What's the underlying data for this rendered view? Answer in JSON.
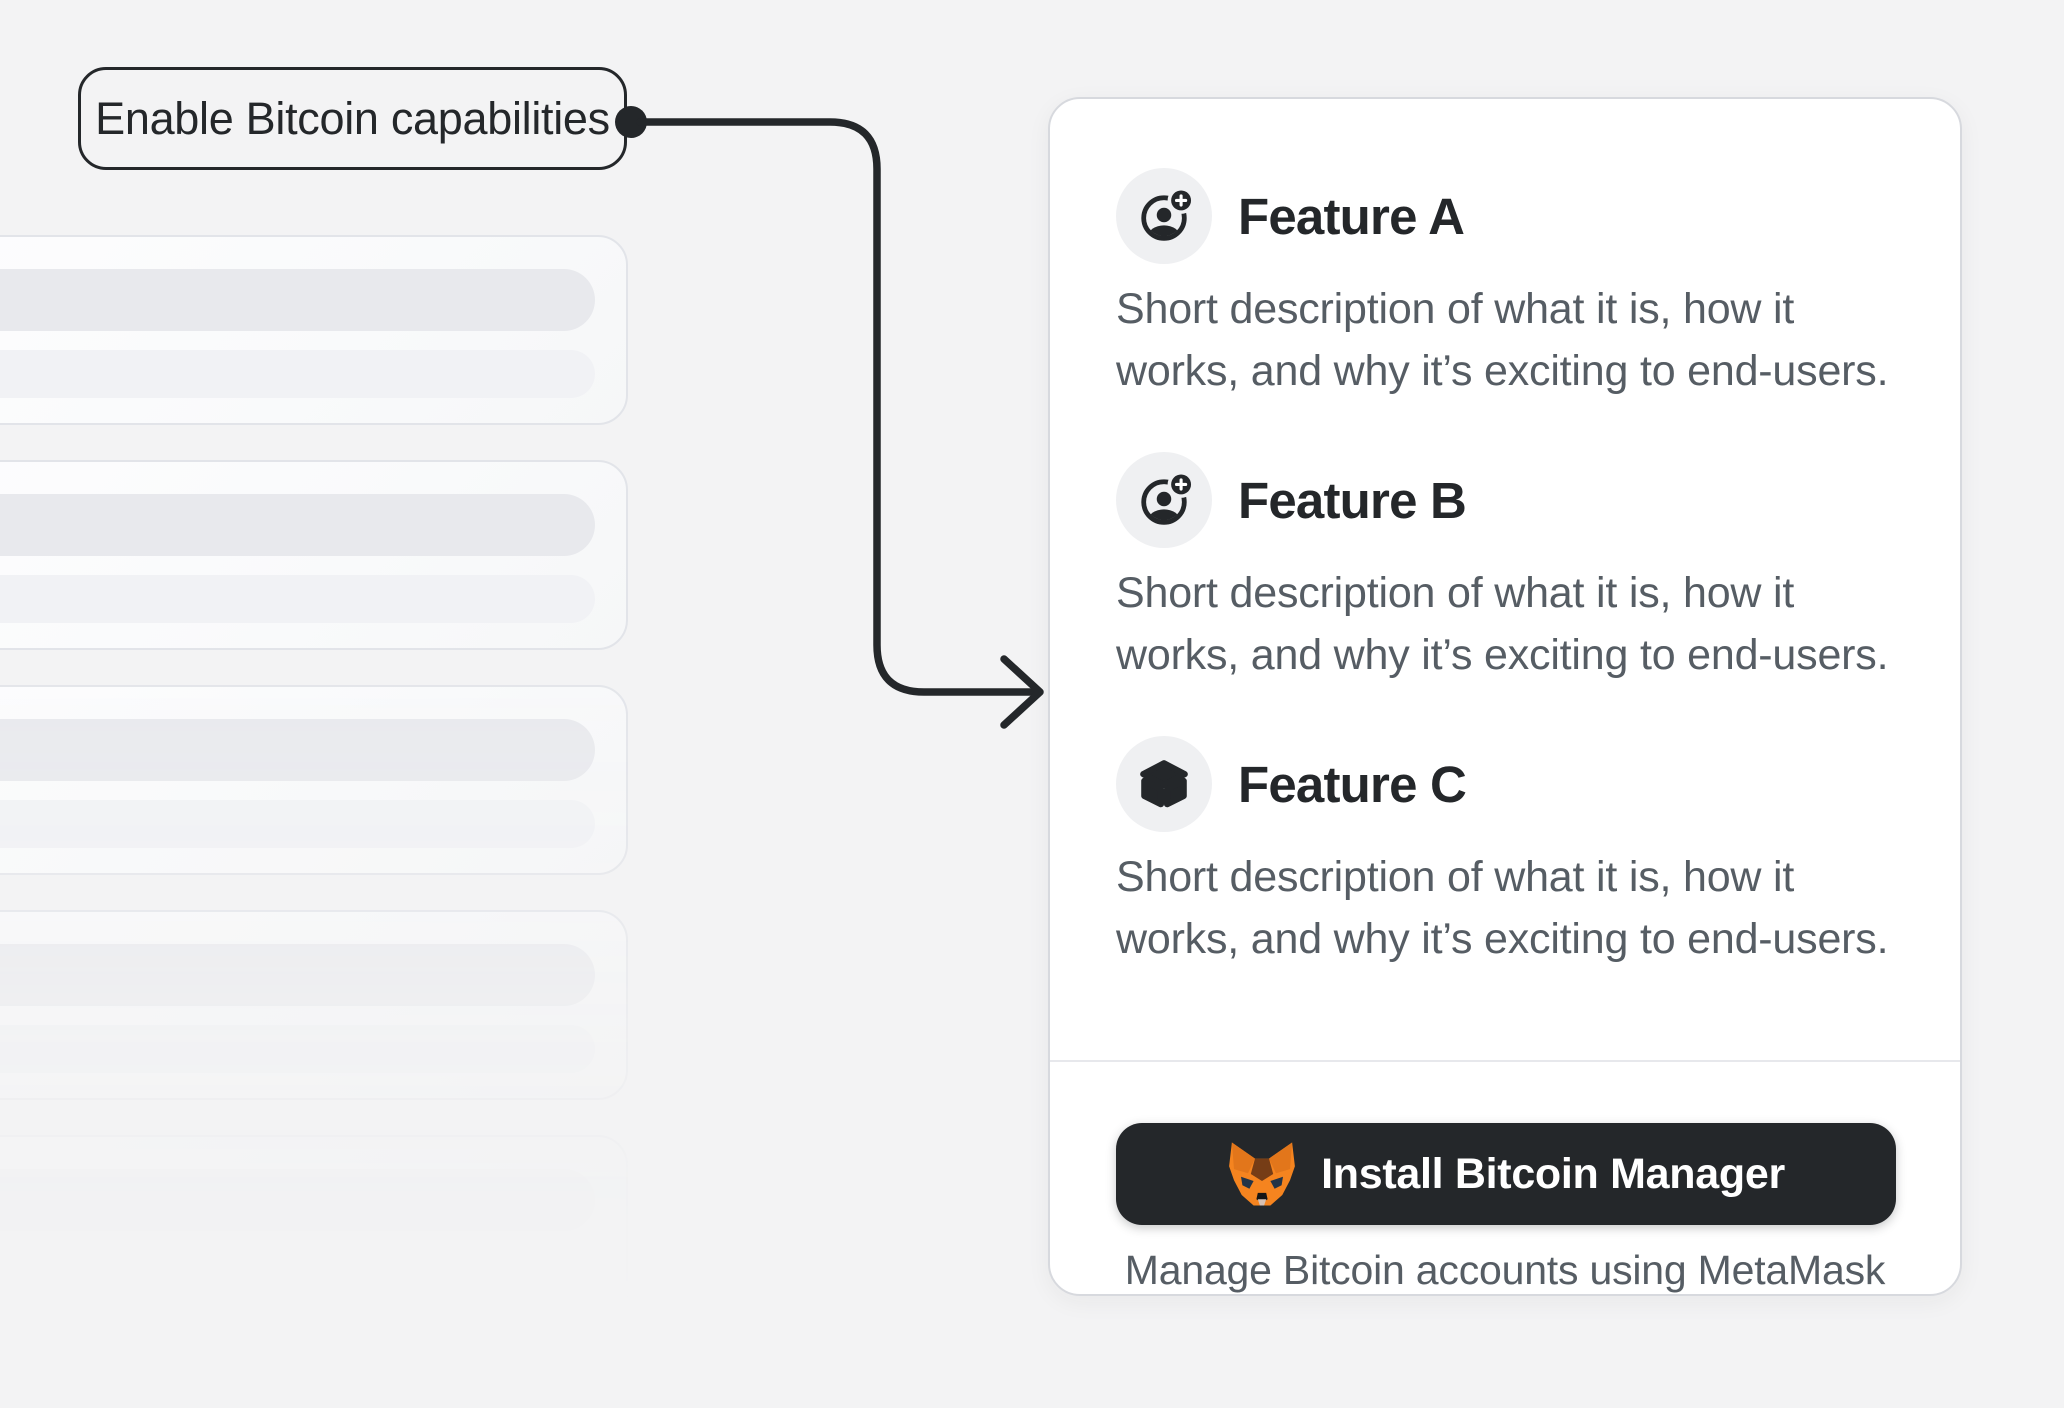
{
  "colors": {
    "background": "#f3f3f4",
    "accent_dark": "#24272a",
    "panel_background": "#ffffff",
    "panel_border": "#d7d9de",
    "description_text": "#565d64",
    "icon_chip_background": "#eff0f2",
    "metamask_orange": "#f5841f"
  },
  "callout": {
    "label": "Enable Bitcoin capabilities"
  },
  "skeleton": {
    "card_count": 5,
    "bars_per_card": 2
  },
  "panel": {
    "features": [
      {
        "icon": "user-add-icon",
        "title": "Feature A",
        "description": "Short description of what it is, how it works, and why it’s exciting to end-users."
      },
      {
        "icon": "user-add-icon",
        "title": "Feature B",
        "description": "Short description of what it is, how it works, and why it’s exciting to end-users."
      },
      {
        "icon": "cube-icon",
        "title": "Feature C",
        "description": "Short description of what it is, how it works, and why it’s exciting to end-users."
      }
    ],
    "cta": {
      "icon": "metamask-fox-icon",
      "label": "Install Bitcoin Manager"
    },
    "footnote": "Manage Bitcoin accounts using MetaMask"
  }
}
